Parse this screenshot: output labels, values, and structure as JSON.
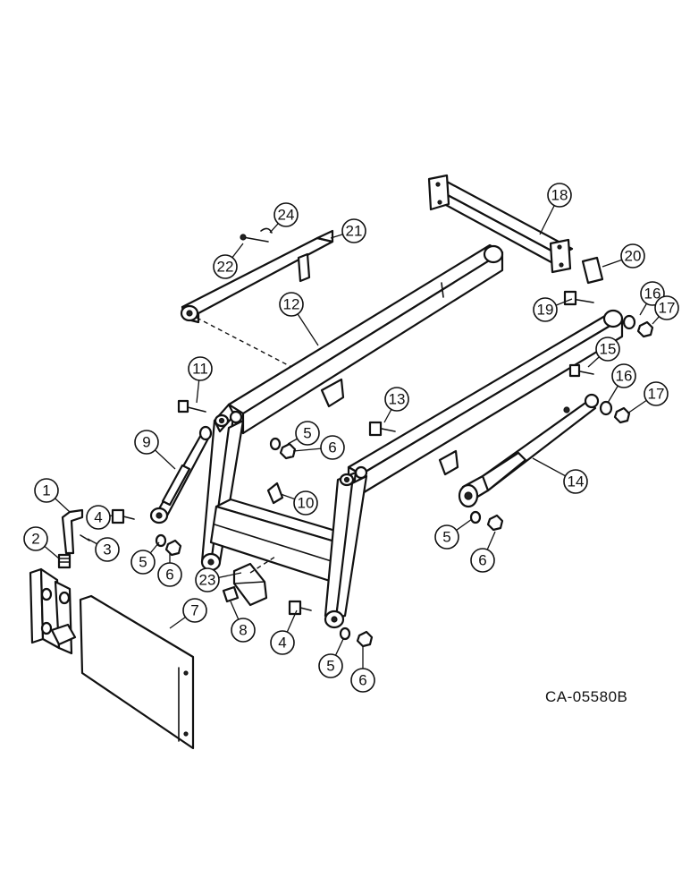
{
  "diagram": {
    "drawing_number": "CA-05580B",
    "callouts": [
      "1",
      "2",
      "3",
      "4",
      "5",
      "6",
      "7",
      "8",
      "9",
      "10",
      "11",
      "12",
      "13",
      "14",
      "15",
      "16",
      "17",
      "18",
      "19",
      "20",
      "21",
      "22",
      "23",
      "24"
    ]
  }
}
